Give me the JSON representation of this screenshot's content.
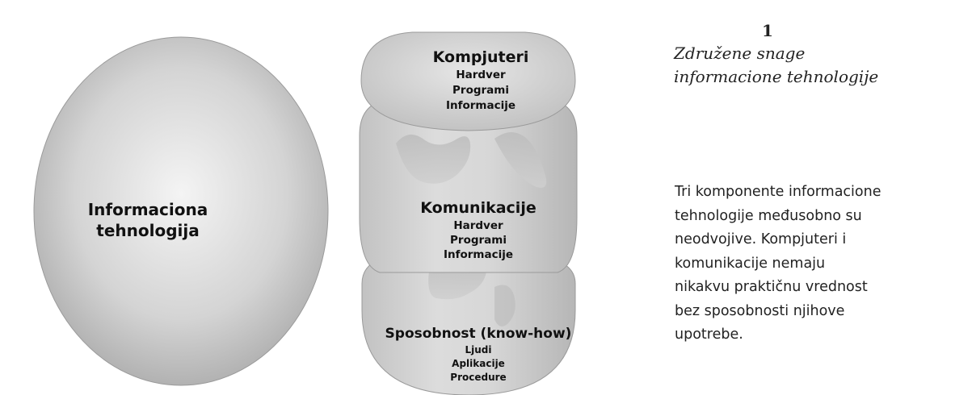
{
  "left_ellipse": {
    "lines": [
      "Informaciona",
      "tehnologija"
    ]
  },
  "stack": {
    "top": {
      "title": "Kompjuteri",
      "items": [
        "Hardver",
        "Programi",
        "Informacije"
      ]
    },
    "middle": {
      "title": "Komunikacije",
      "items": [
        "Hardver",
        "Programi",
        "Informacije"
      ]
    },
    "bottom": {
      "title": "Sposobnost (know-how)",
      "items": [
        "Ljudi",
        "Aplikacije",
        "Procedure"
      ]
    }
  },
  "figure_number": "1",
  "caption": {
    "lines": [
      "Združene snage",
      "informacione tehnologije"
    ]
  },
  "description": {
    "lines": [
      "Tri komponente informacione",
      "tehnologije međusobno su",
      "neodvojive. Kompjuteri i",
      "komunikacije nemaju",
      "nikakvu praktičnu vrednost",
      "bez sposobnosti njihove",
      "upotrebe."
    ]
  }
}
